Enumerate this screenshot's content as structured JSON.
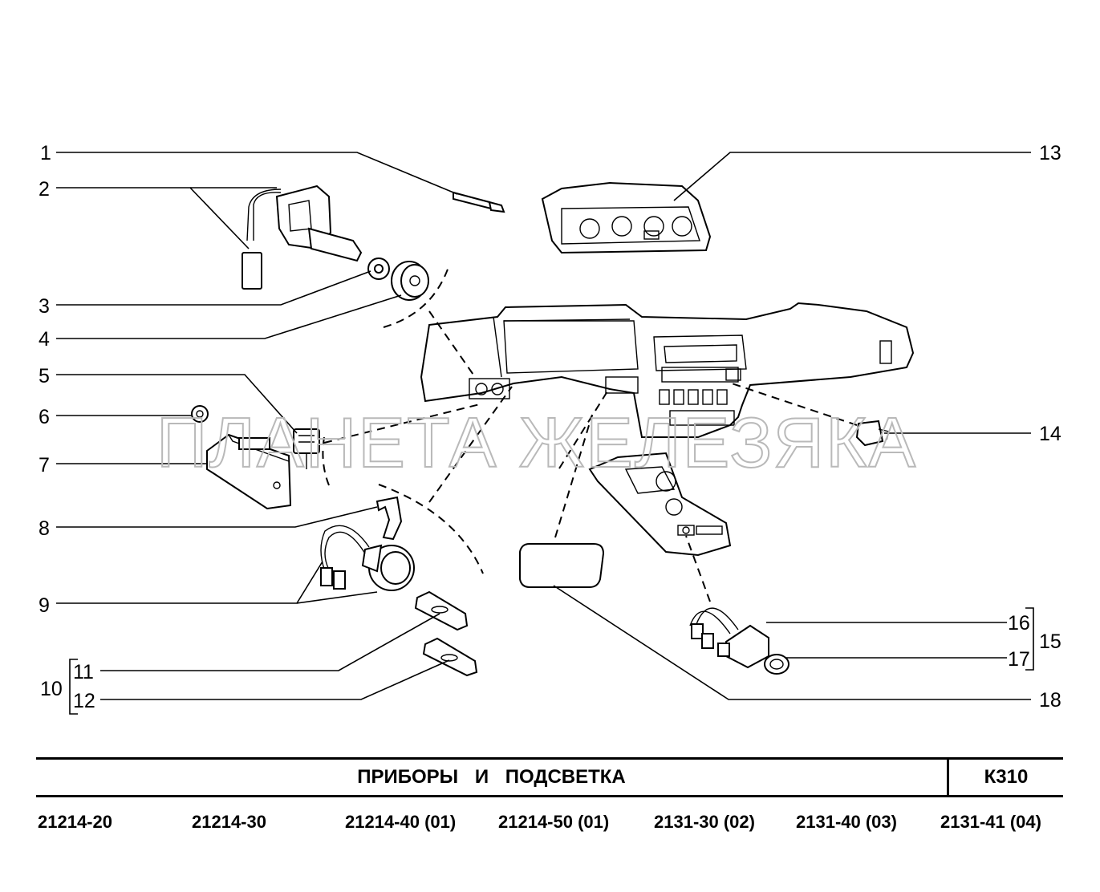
{
  "callouts": {
    "c1": "1",
    "c2": "2",
    "c3": "3",
    "c4": "4",
    "c5": "5",
    "c6": "6",
    "c7": "7",
    "c8": "8",
    "c9": "9",
    "c10": "10",
    "c11": "11",
    "c12": "12",
    "c13": "13",
    "c14": "14",
    "c15": "15",
    "c16": "16",
    "c17": "17",
    "c18": "18"
  },
  "watermark": "ПЛАНЕТА ЖЕЛЕЗЯКА",
  "title_block": {
    "title": "ПРИБОРЫ И ПОДСВЕТКА",
    "code": "К310"
  },
  "models": [
    "21214-20",
    "21214-30",
    "21214-40 (01)",
    "21214-50 (01)",
    "2131-30 (02)",
    "2131-40 (03)",
    "2131-41 (04)"
  ]
}
